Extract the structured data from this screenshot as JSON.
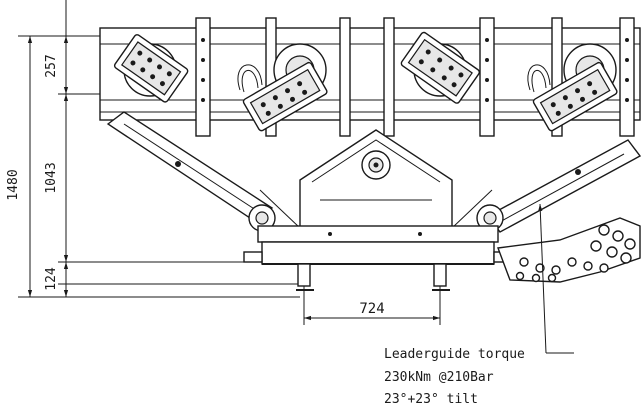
{
  "dimensions": {
    "overall_height": "1480",
    "top_section": "257",
    "middle_section": "1043",
    "bottom_section": "124",
    "width": "724"
  },
  "callout": {
    "line1": "Leaderguide torque",
    "line2": "230kNm @210Bar",
    "line3": "23°+23° tilt"
  }
}
